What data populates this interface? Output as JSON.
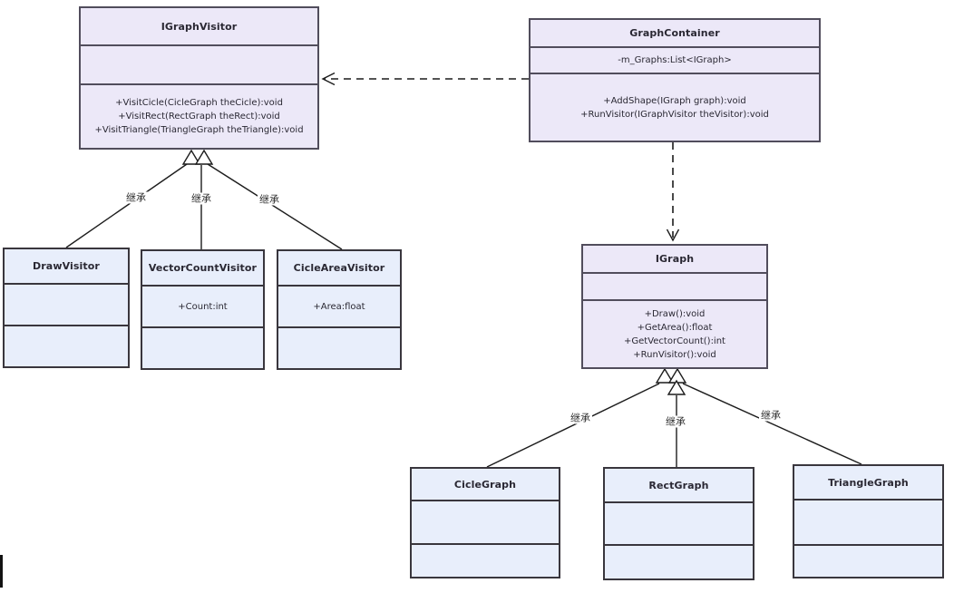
{
  "classes": {
    "iGraphVisitor": {
      "name": "IGraphVisitor",
      "attributes": [],
      "methods": [
        "+VisitCicle(CicleGraph theCicle):void",
        "+VisitRect(RectGraph theRect):void",
        "+VisitTriangle(TriangleGraph theTriangle):void"
      ]
    },
    "graphContainer": {
      "name": "GraphContainer",
      "attributes": [
        "-m_Graphs:List<IGraph>"
      ],
      "methods": [
        "+AddShape(IGraph graph):void",
        "+RunVisitor(IGraphVisitor theVisitor):void"
      ]
    },
    "drawVisitor": {
      "name": "DrawVisitor",
      "attributes": [],
      "methods": []
    },
    "vectorCountVisitor": {
      "name": "VectorCountVisitor",
      "attributes": [
        "+Count:int"
      ],
      "methods": []
    },
    "cicleAreaVisitor": {
      "name": "CicleAreaVisitor",
      "attributes": [
        "+Area:float"
      ],
      "methods": []
    },
    "iGraph": {
      "name": "IGraph",
      "attributes": [],
      "methods": [
        "+Draw():void",
        "+GetArea():float",
        "+GetVectorCount():int",
        "+RunVisitor():void"
      ]
    },
    "cicleGraph": {
      "name": "CicleGraph",
      "attributes": [],
      "methods": []
    },
    "rectGraph": {
      "name": "RectGraph",
      "attributes": [],
      "methods": []
    },
    "triangleGraph": {
      "name": "TriangleGraph",
      "attributes": [],
      "methods": []
    }
  },
  "edges": {
    "dependencies": [
      {
        "from": "GraphContainer",
        "to": "IGraphVisitor",
        "style": "dashed-open-arrow"
      },
      {
        "from": "GraphContainer",
        "to": "IGraph",
        "style": "dashed-open-arrow"
      }
    ],
    "inheritance": [
      {
        "from": "DrawVisitor",
        "to": "IGraphVisitor",
        "label": "继承"
      },
      {
        "from": "VectorCountVisitor",
        "to": "IGraphVisitor",
        "label": "继承"
      },
      {
        "from": "CicleAreaVisitor",
        "to": "IGraphVisitor",
        "label": "继承"
      },
      {
        "from": "CicleGraph",
        "to": "IGraph",
        "label": "继承"
      },
      {
        "from": "RectGraph",
        "to": "IGraph",
        "label": "继承"
      },
      {
        "from": "TriangleGraph",
        "to": "IGraph",
        "label": "继承"
      }
    ]
  },
  "colors": {
    "class_fill_lavender": "#ece8f8",
    "class_fill_blue": "#e8eefb",
    "border_lavender": "#514d5c",
    "border_blue": "#39363d",
    "line": "#1c1c1c",
    "background": "#ffffff"
  }
}
